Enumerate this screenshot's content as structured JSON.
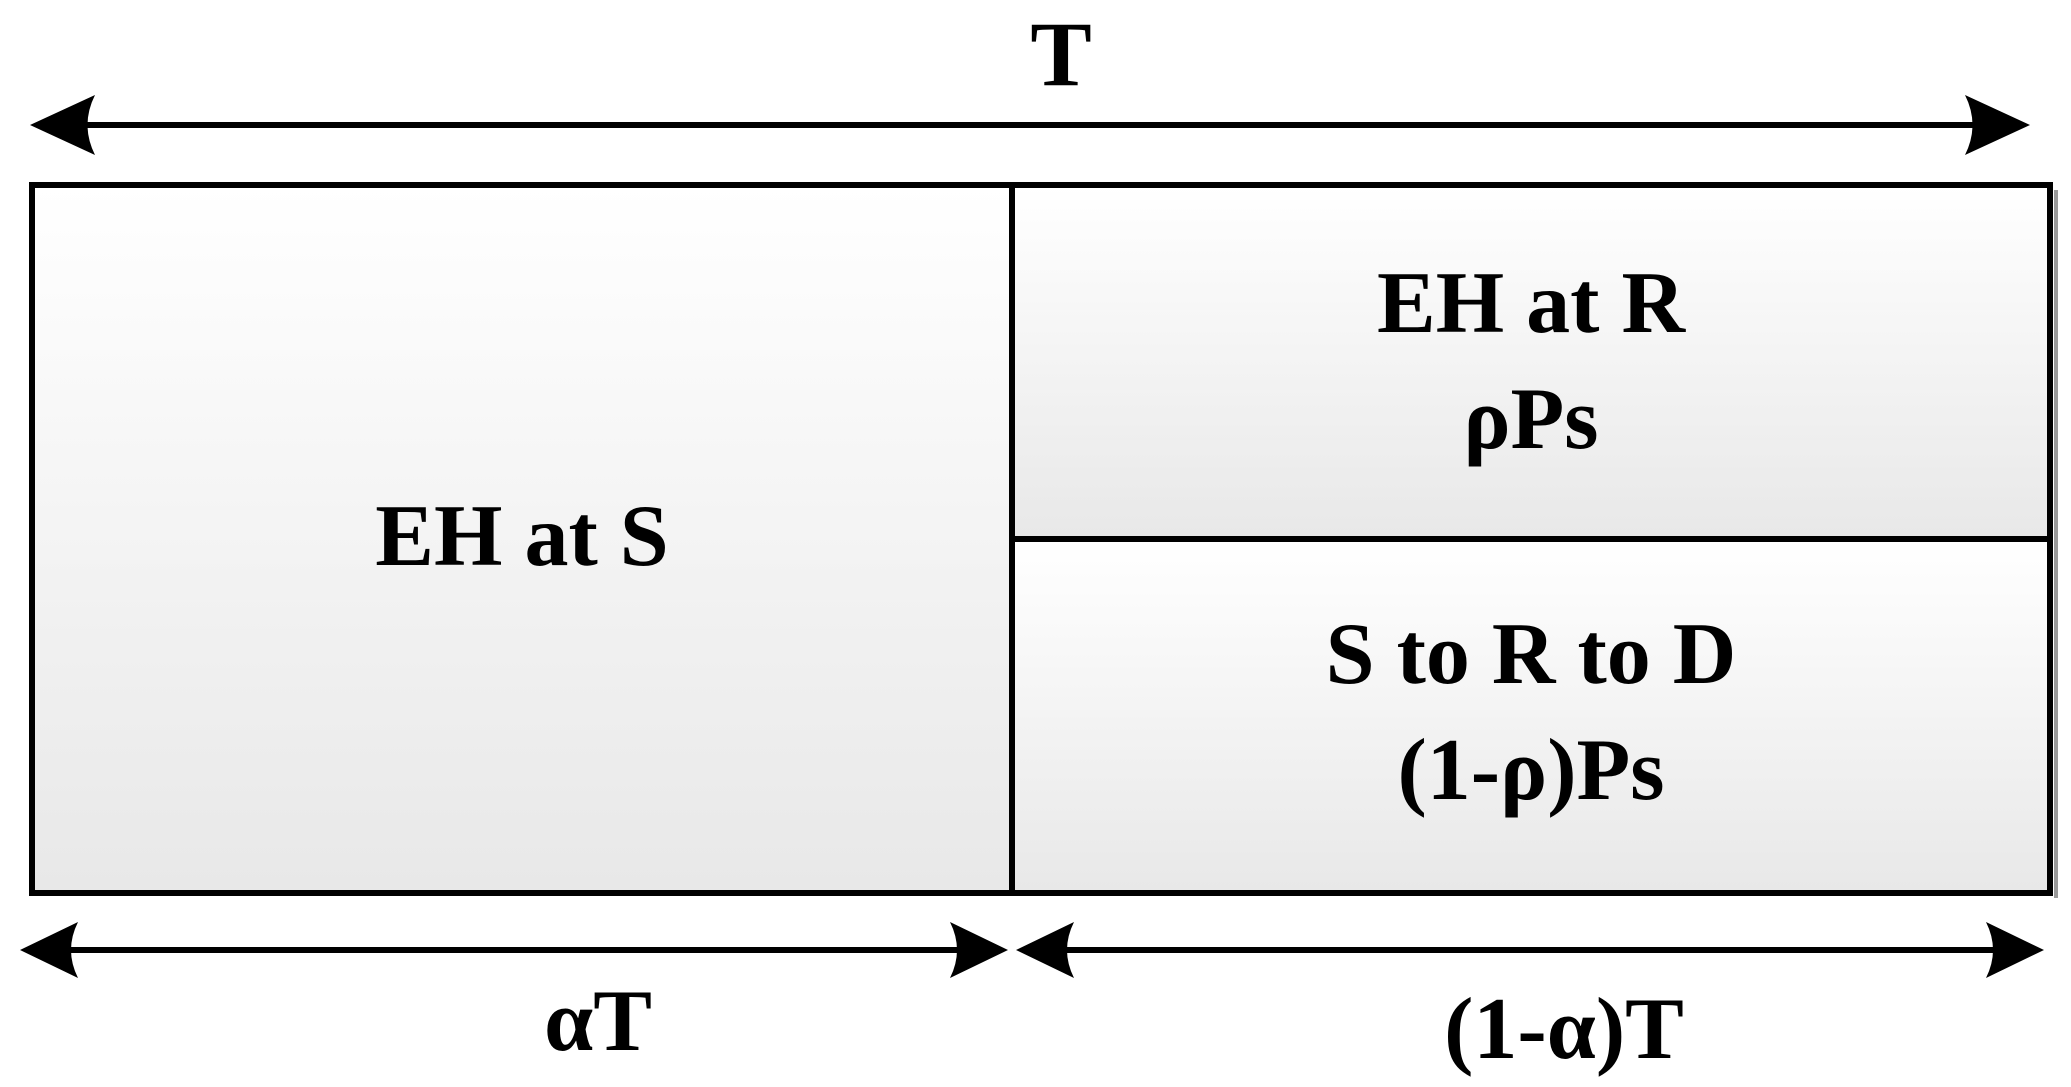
{
  "total_period": {
    "label": "T"
  },
  "blocks": {
    "left": {
      "label": "EH at S"
    },
    "right_top": {
      "line1": "EH at R",
      "line2": "ρPs"
    },
    "right_bottom": {
      "line1": "S to R to D",
      "line2": "(1-ρ)Ps"
    }
  },
  "sub_periods": {
    "left": {
      "label": "αT"
    },
    "right": {
      "label": "(1-α)T"
    }
  },
  "colors": {
    "stroke": "#000000",
    "fill_top": "#ffffff",
    "fill_bottom": "#e8e8e8"
  }
}
